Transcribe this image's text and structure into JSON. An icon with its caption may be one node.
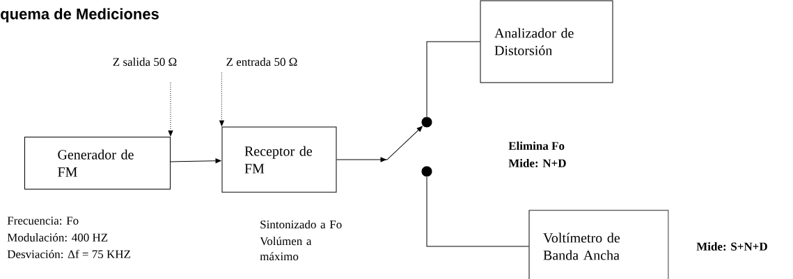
{
  "diagram": {
    "title": "quema de Mediciones",
    "nodes": [
      {
        "text": [
          "Generador de FM"
        ],
        "beside": [
          "Frecuencia: Fo",
          "Modulación: 400 HZ",
          "Desviación:  Δf = 75 KHZ"
        ]
      },
      {
        "text": [
          "Receptor de FM"
        ],
        "beside": [
          "Sintonizado a Fo",
          "Volúmen  a máximo"
        ]
      },
      {
        "text": [
          "Analizador de Distorsión"
        ],
        "beside": [
          "Elimina Fo",
          "Mide: N+D"
        ]
      },
      {
        "text": [
          "Voltímetro de Banda Ancha"
        ],
        "beside": [
          "Mide: S+N+D"
        ]
      },
      {
        "text": [
          "Z salida 50 Ω"
        ]
      },
      {
        "text": [
          "Z entrada 50 Ω"
        ]
      },
      {
        "text": [],
        "shape": "circle"
      },
      {
        "text": [],
        "shape": "circle"
      }
    ],
    "edges": [
      {
        "from": 0,
        "to": 1,
        "arrow": "to"
      },
      {
        "from": 4,
        "to": 0,
        "arrow": "to",
        "style": "dashed"
      },
      {
        "from": 5,
        "to": 1,
        "arrow": "to",
        "style": "dashed"
      },
      {
        "from": 1,
        "to": 6,
        "arrow": "to"
      },
      {
        "from": 6,
        "to": 2,
        "arrow": "none"
      },
      {
        "from": 7,
        "to": 3,
        "arrow": "none"
      }
    ]
  }
}
